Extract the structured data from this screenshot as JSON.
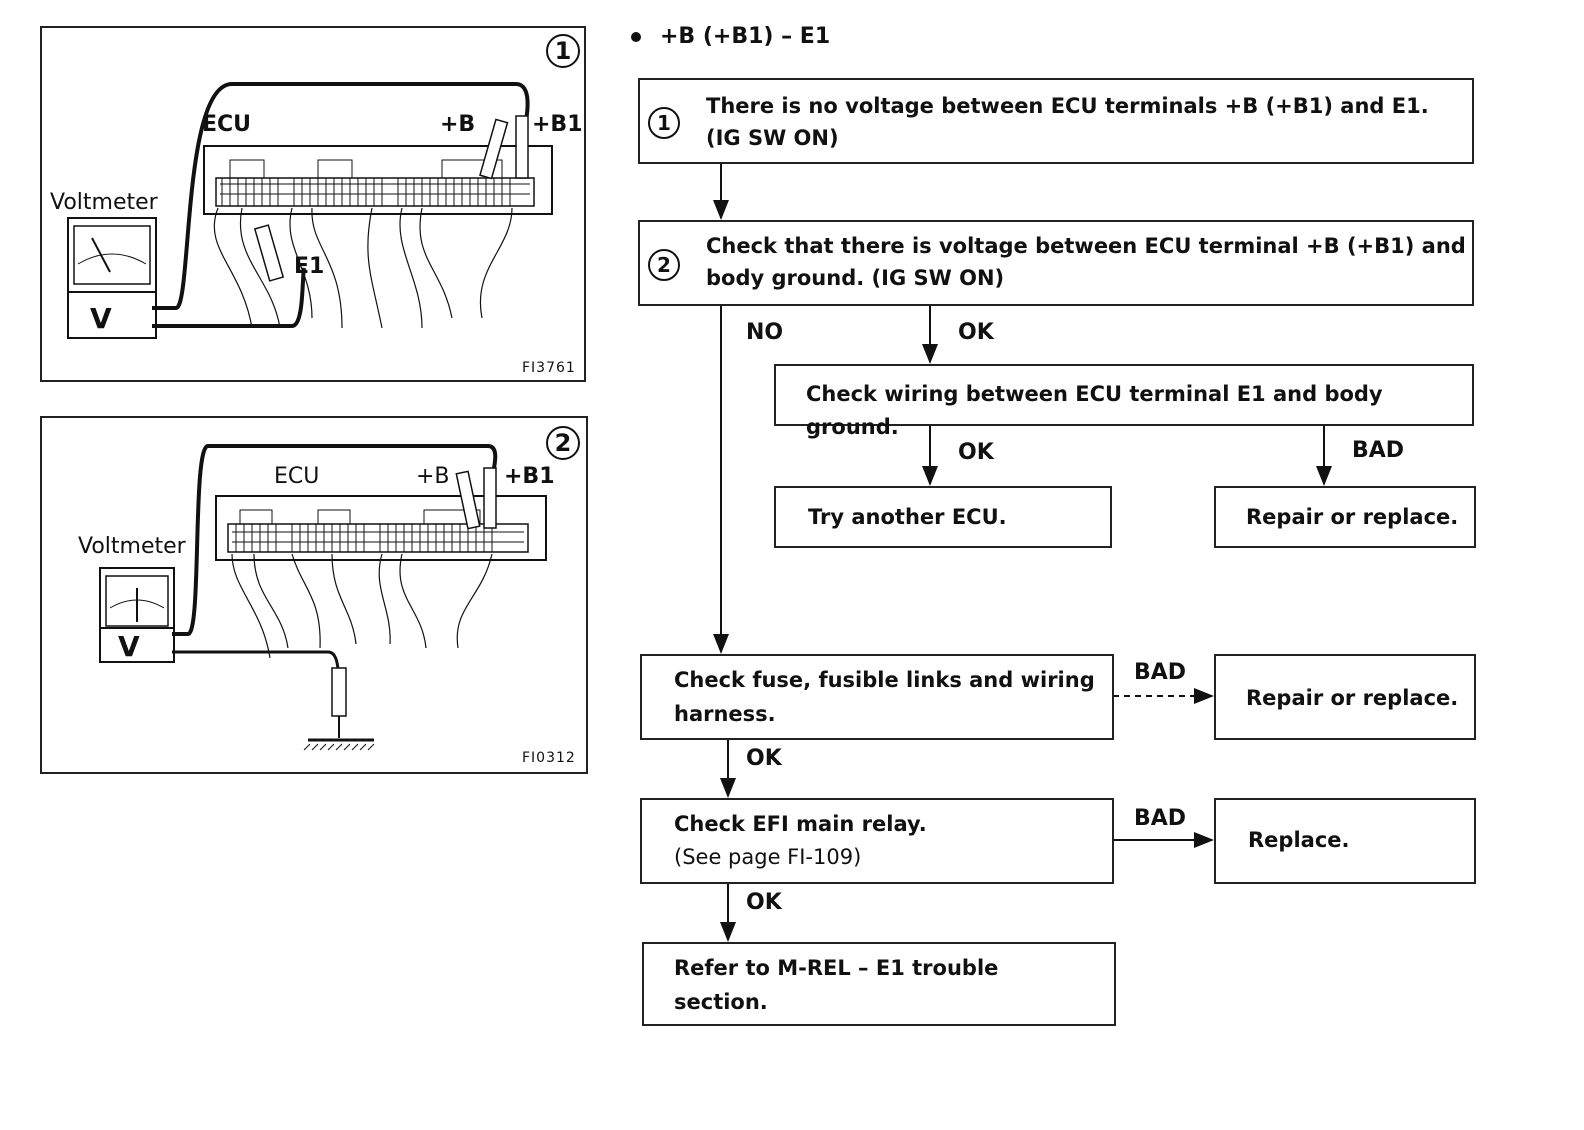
{
  "heading": "+B (+B1) – E1",
  "figure1": {
    "number": "1",
    "ecu": "ECU",
    "plus_b": "+B",
    "plus_b1": "+B1",
    "voltmeter": "Voltmeter",
    "v": "V",
    "e1": "E1",
    "code": "FI3761"
  },
  "figure2": {
    "number": "2",
    "ecu": "ECU",
    "plus_b": "+B",
    "plus_b1": "+B1",
    "voltmeter": "Voltmeter",
    "v": "V",
    "code": "FI0312"
  },
  "flow": {
    "step1": {
      "num": "1",
      "line1": "There is no voltage between ECU terminals +B (+B1) and E1.",
      "line2": "(IG SW ON)"
    },
    "step2": {
      "num": "2",
      "line1": "Check that there is voltage between ECU terminal +B (+B1) and",
      "line2": "body ground.  (IG SW ON)"
    },
    "no": "NO",
    "ok": "OK",
    "bad": "BAD",
    "check_wiring": "Check wiring between ECU terminal E1 and body ground.",
    "try_ecu": "Try another ECU.",
    "repair1": "Repair or replace.",
    "check_fuse_1": "Check fuse, fusible links and wiring",
    "check_fuse_2": "harness.",
    "repair2": "Repair or replace.",
    "check_relay_1": "Check EFI main relay.",
    "check_relay_2": "(See page FI-109)",
    "replace": "Replace.",
    "refer_1": "Refer to M-REL – E1 trouble",
    "refer_2": "section."
  }
}
